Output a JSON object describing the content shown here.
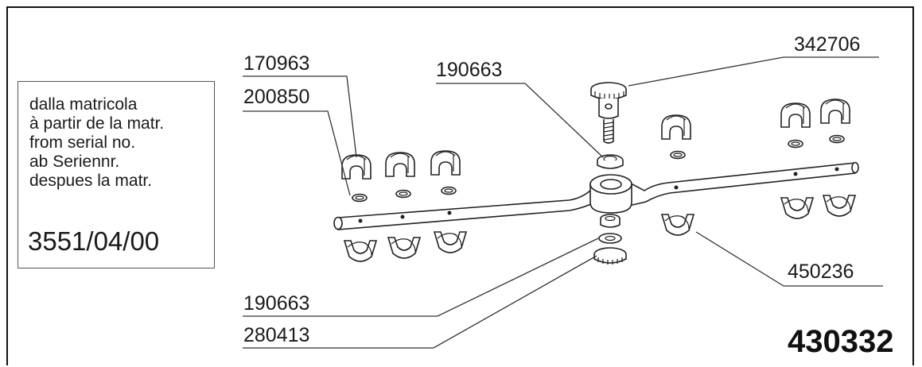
{
  "note": {
    "lines": [
      "dalla matricola",
      "à partir de la matr.",
      "from serial no.",
      "ab Seriennr.",
      "despues la matr."
    ],
    "serial": "3551/04/00"
  },
  "callouts": {
    "part_170963": "170963",
    "part_200850": "200850",
    "part_190663_top": "190663",
    "part_342706": "342706",
    "part_450236": "450236",
    "part_190663_bottom": "190663",
    "part_280413": "280413"
  },
  "assembly_number": "430332"
}
